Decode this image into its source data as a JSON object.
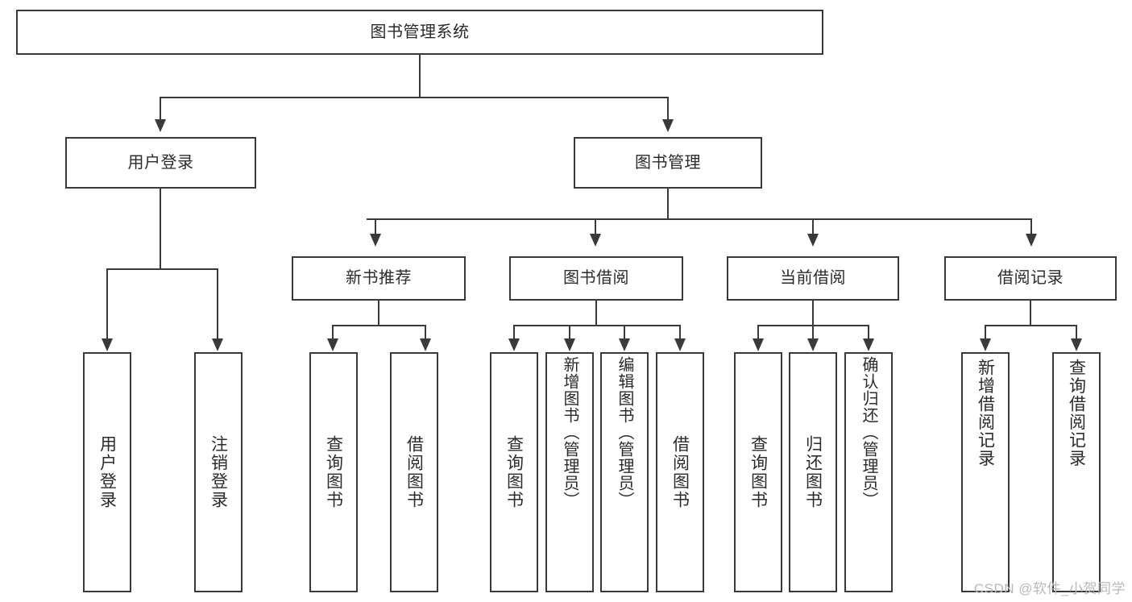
{
  "diagram": {
    "type": "tree",
    "title": "图书管理系统",
    "root": {
      "id": "root",
      "label": "图书管理系统",
      "orientation": "horizontal"
    },
    "level1": [
      {
        "id": "user-login",
        "label": "用户登录",
        "orientation": "horizontal"
      },
      {
        "id": "book-management",
        "label": "图书管理",
        "orientation": "horizontal"
      }
    ],
    "level2": [
      {
        "id": "new-book-recommend",
        "label": "新书推荐",
        "orientation": "horizontal",
        "parent": "book-management"
      },
      {
        "id": "book-borrow",
        "label": "图书借阅",
        "orientation": "horizontal",
        "parent": "book-management"
      },
      {
        "id": "current-borrow",
        "label": "当前借阅",
        "orientation": "horizontal",
        "parent": "book-management"
      },
      {
        "id": "borrow-record",
        "label": "借阅记录",
        "orientation": "horizontal",
        "parent": "book-management"
      }
    ],
    "leaves": {
      "user-login": [
        {
          "id": "leaf-user-login",
          "label": "用户登录"
        },
        {
          "id": "leaf-user-logout",
          "label": "注销登录"
        }
      ],
      "new-book-recommend": [
        {
          "id": "leaf-query-book-1",
          "label": "查询图书"
        },
        {
          "id": "leaf-borrow-book-1",
          "label": "借阅图书"
        }
      ],
      "book-borrow": [
        {
          "id": "leaf-query-book-2",
          "label": "查询图书"
        },
        {
          "id": "leaf-add-book",
          "label": "新增图书（管理员）"
        },
        {
          "id": "leaf-edit-book",
          "label": "编辑图书（管理员）"
        },
        {
          "id": "leaf-borrow-book-2",
          "label": "借阅图书"
        }
      ],
      "current-borrow": [
        {
          "id": "leaf-query-book-3",
          "label": "查询图书"
        },
        {
          "id": "leaf-return-book",
          "label": "归还图书"
        },
        {
          "id": "leaf-confirm-return",
          "label": "确认归还（管理员）"
        }
      ],
      "borrow-record": [
        {
          "id": "leaf-add-record",
          "label": "新增借阅记录"
        },
        {
          "id": "leaf-query-record",
          "label": "查询借阅记录"
        }
      ]
    },
    "colors": {
      "stroke": "#3a3a3a",
      "fill": "#ffffff",
      "text": "#2b2b2b",
      "watermark": "#b9b9b9"
    }
  },
  "watermark": {
    "text": "CSDN @软件_小贺同学"
  }
}
